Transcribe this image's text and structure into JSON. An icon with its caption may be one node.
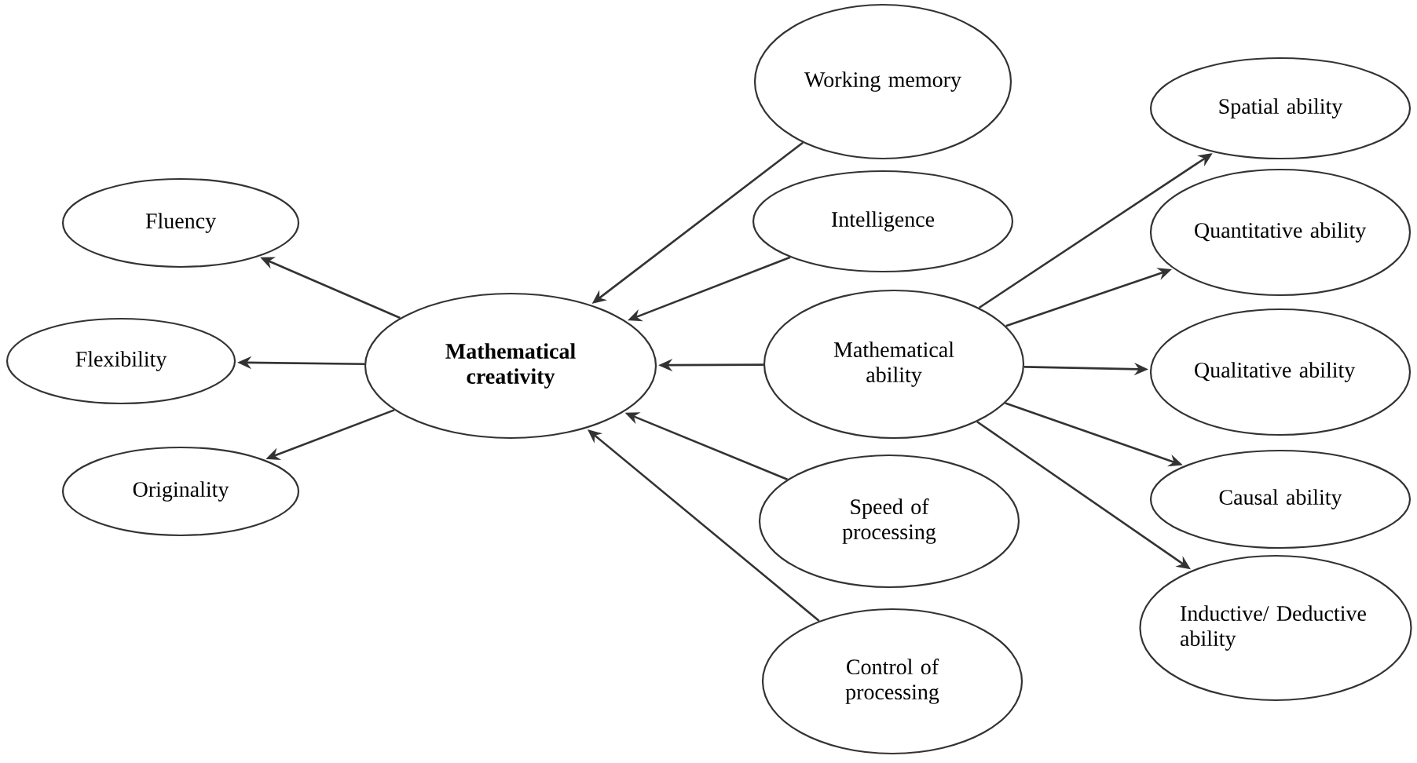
{
  "diagram": {
    "nodes": [
      {
        "text": [
          "Fluency"
        ]
      },
      {
        "text": [
          "Flexibility"
        ]
      },
      {
        "text": [
          "Originality"
        ]
      },
      {
        "text": [
          "**Mathematical creativity**"
        ]
      },
      {
        "text": [
          "Working memory"
        ]
      },
      {
        "text": [
          "Intelligence"
        ]
      },
      {
        "text": [
          "Mathematical ability"
        ]
      },
      {
        "text": [
          "Speed of processing"
        ]
      },
      {
        "text": [
          "Control of processing"
        ]
      },
      {
        "text": [
          "Spatial ability"
        ]
      },
      {
        "text": [
          "Quantitative ability"
        ]
      },
      {
        "text": [
          "Qualitative ability"
        ]
      },
      {
        "text": [
          "Causal ability"
        ]
      },
      {
        "text": [
          "Inductive/ Deductive ability"
        ]
      }
    ],
    "edges": [
      {
        "from": 3,
        "to": 0,
        "arrow": "to"
      },
      {
        "from": 3,
        "to": 1,
        "arrow": "to"
      },
      {
        "from": 3,
        "to": 2,
        "arrow": "to"
      },
      {
        "from": 4,
        "to": 3,
        "arrow": "to"
      },
      {
        "from": 5,
        "to": 3,
        "arrow": "to"
      },
      {
        "from": 6,
        "to": 3,
        "arrow": "to"
      },
      {
        "from": 7,
        "to": 3,
        "arrow": "to"
      },
      {
        "from": 8,
        "to": 3,
        "arrow": "to"
      },
      {
        "from": 6,
        "to": 9,
        "arrow": "to"
      },
      {
        "from": 6,
        "to": 10,
        "arrow": "to"
      },
      {
        "from": 6,
        "to": 11,
        "arrow": "to"
      },
      {
        "from": 6,
        "to": 12,
        "arrow": "to"
      },
      {
        "from": 6,
        "to": 13,
        "arrow": "to"
      }
    ]
  }
}
